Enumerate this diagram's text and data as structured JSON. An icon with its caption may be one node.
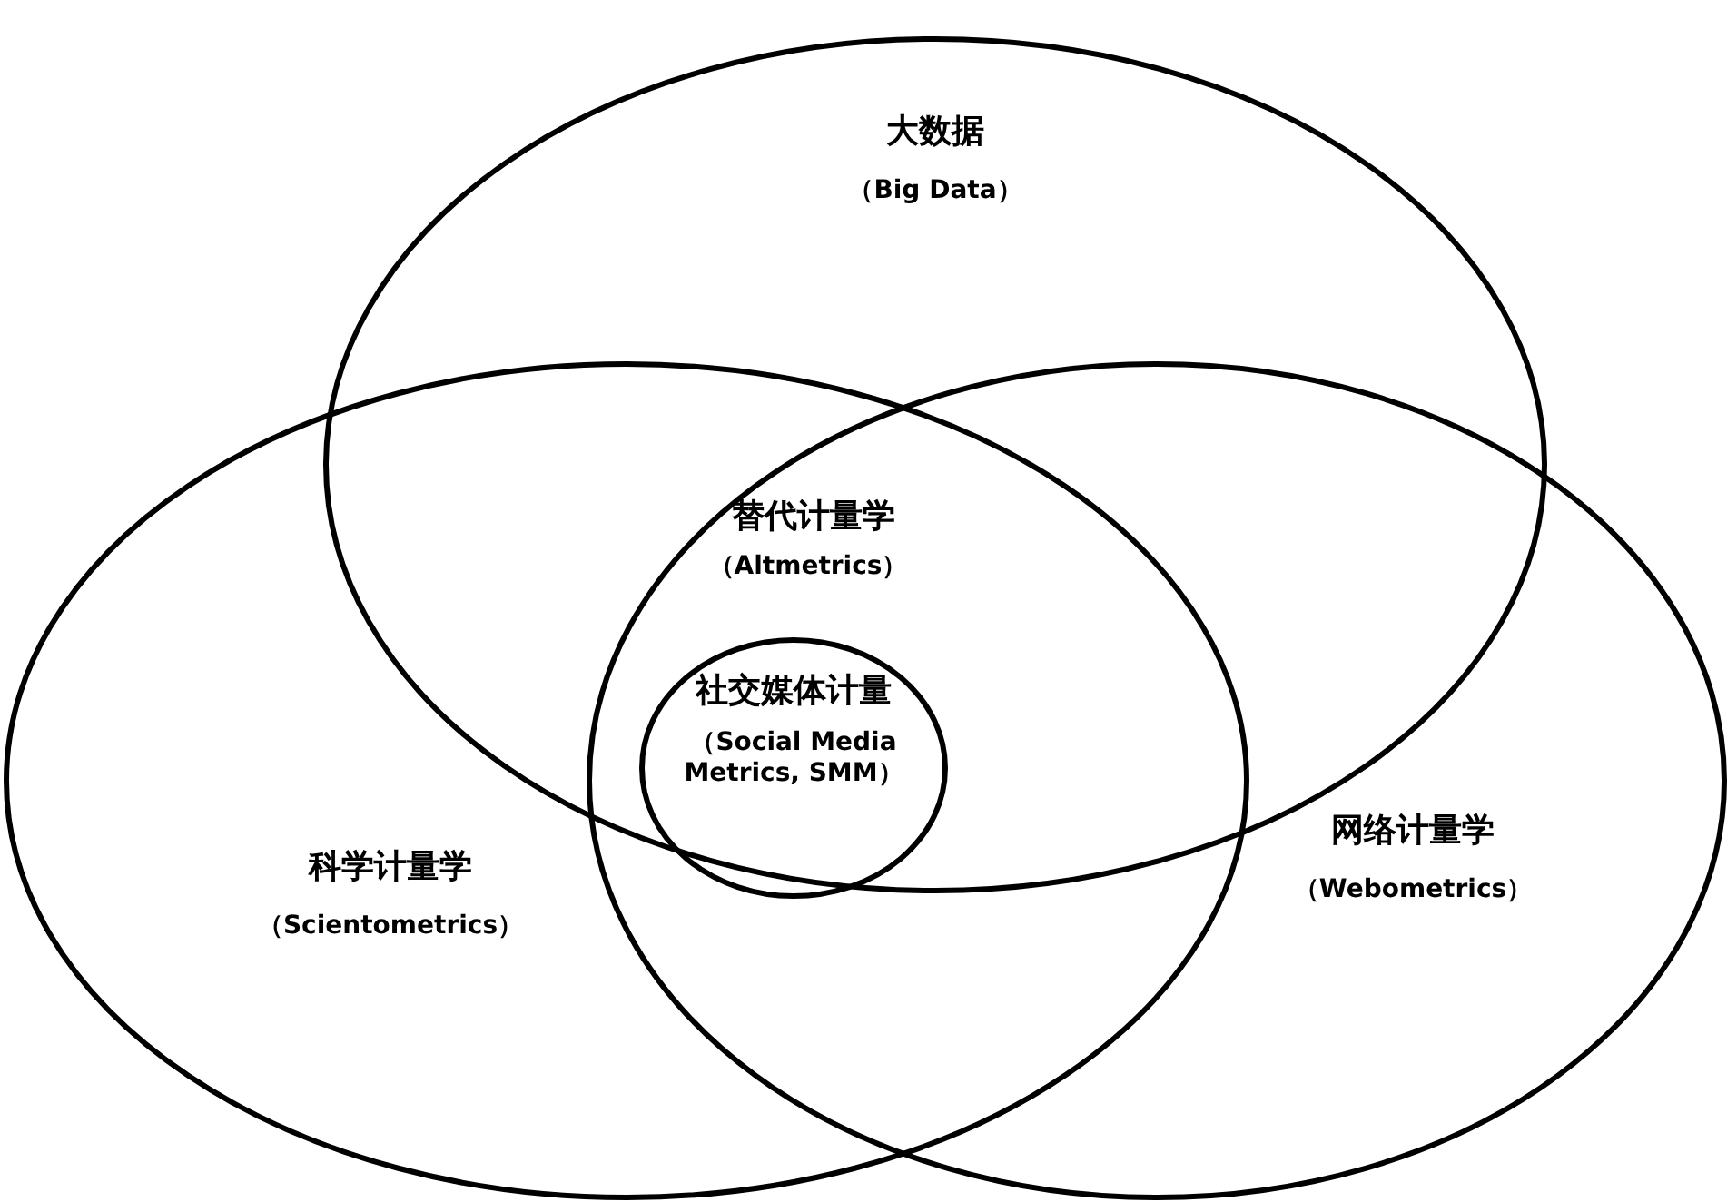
{
  "diagram": {
    "nodes": [
      {
        "text": [
          "大数据",
          "（Big Data）"
        ]
      },
      {
        "text": [
          "科学计量学",
          "（Scientometrics）"
        ]
      },
      {
        "text": [
          "网络计量学",
          "（Webometrics）"
        ]
      },
      {
        "text": [
          "社交媒体计量",
          "（Social Media Metrics, SMM）"
        ]
      }
    ],
    "labels": [
      "替代计量学",
      "（Altmetrics）"
    ]
  }
}
